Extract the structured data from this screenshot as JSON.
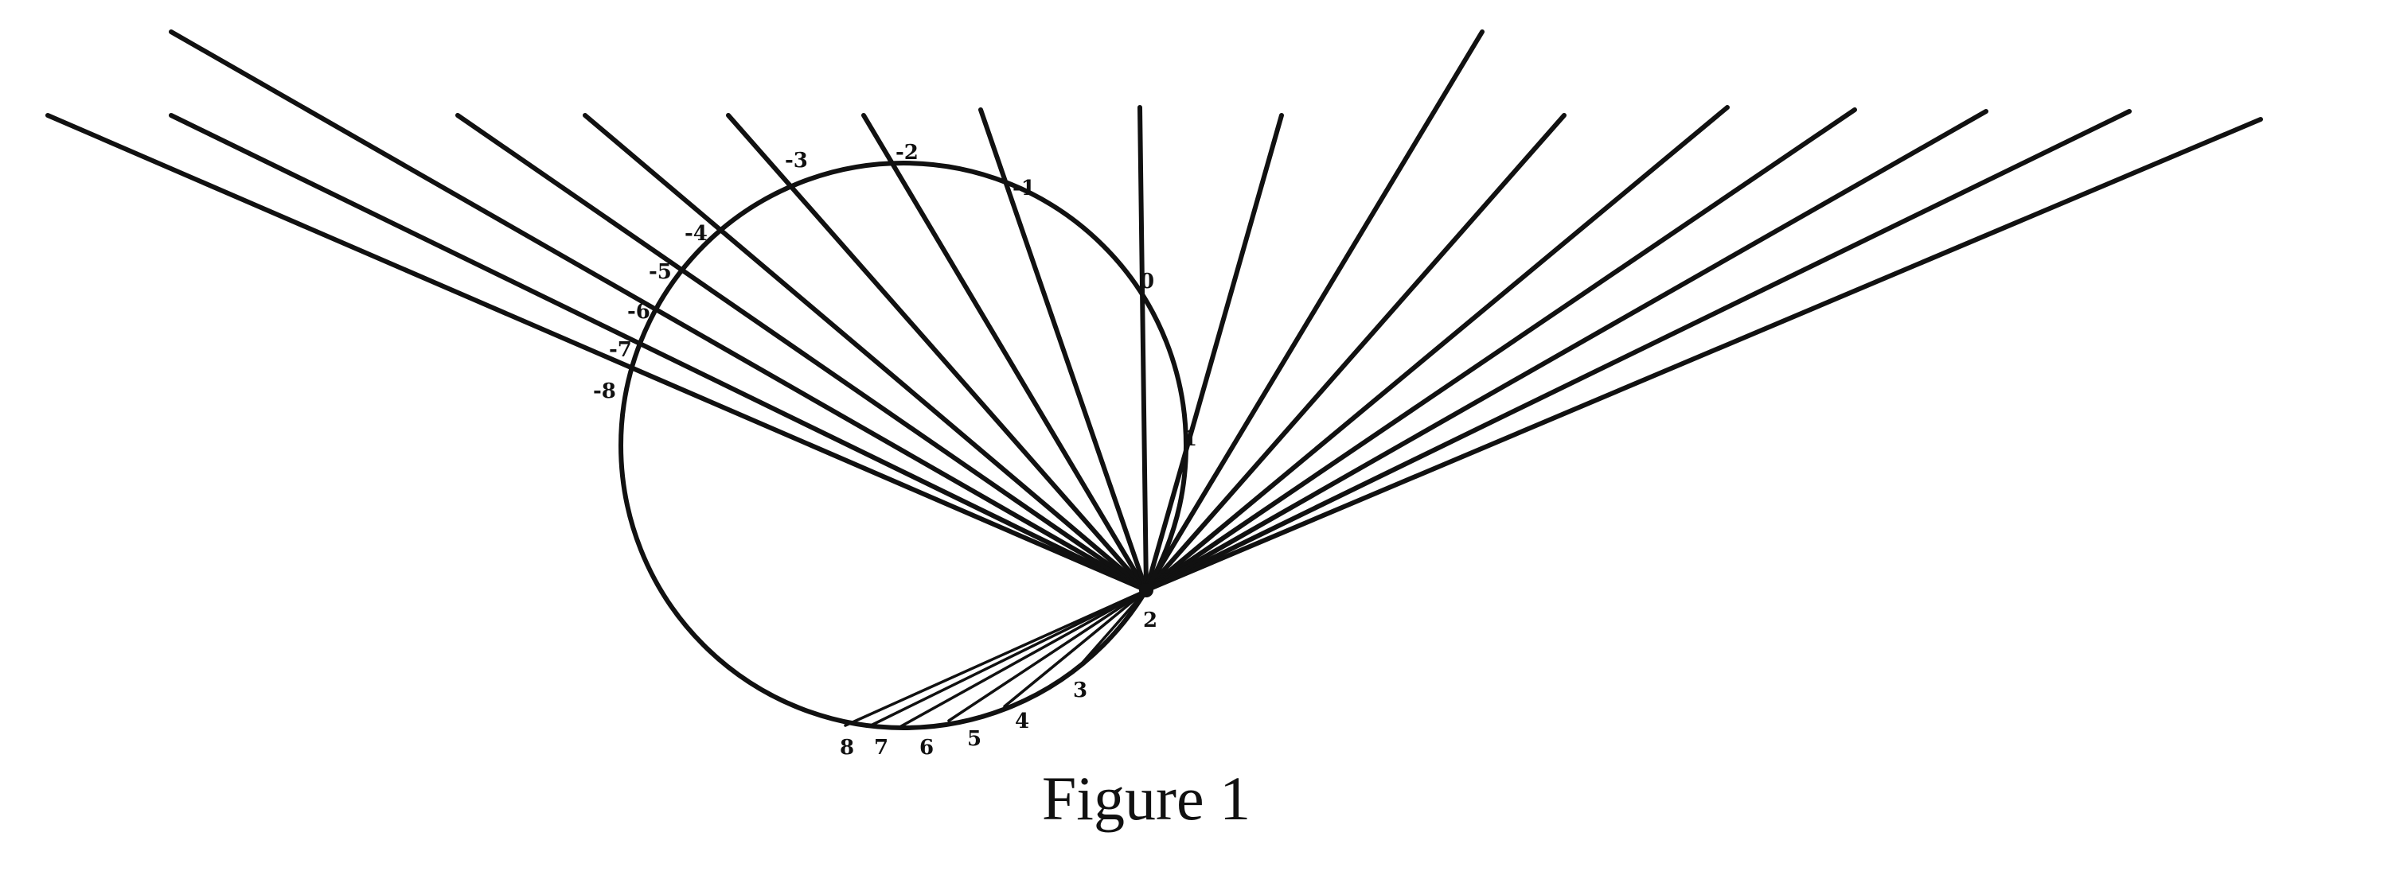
{
  "caption": "Figure 1",
  "labels": {
    "point": "2",
    "top": [
      "-3",
      "-2",
      "-1",
      "0",
      "1"
    ],
    "left": [
      "-4",
      "-5",
      "-6",
      "-7",
      "-8"
    ],
    "lower": [
      "3",
      "4",
      "5",
      "6",
      "7",
      "8"
    ]
  },
  "colors": {
    "ink": "#111111",
    "background": "#ffffff"
  }
}
